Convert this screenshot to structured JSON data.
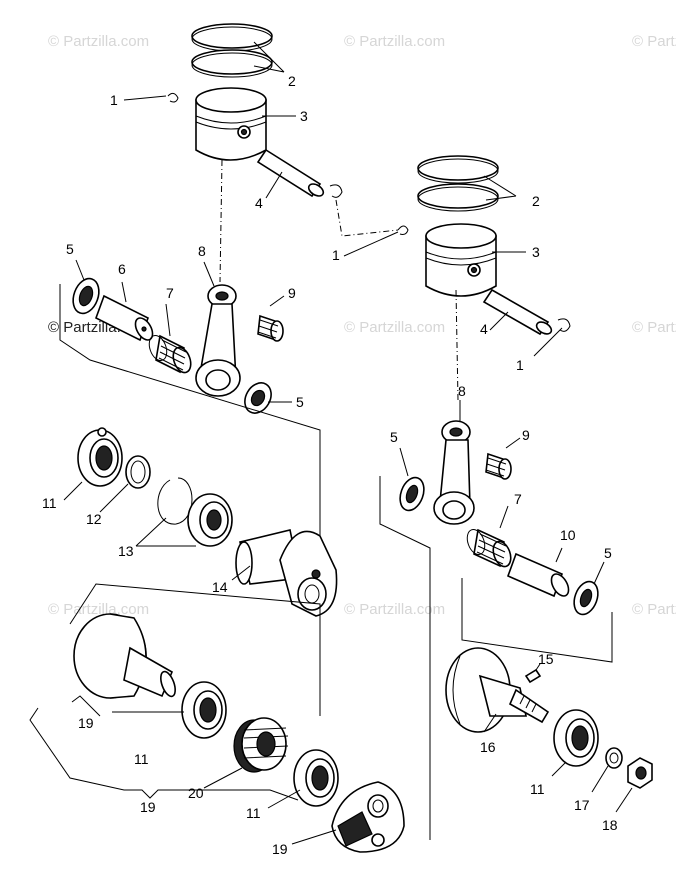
{
  "watermark": "© Partzilla.com",
  "callouts": {
    "c1a": "1",
    "c2a": "2",
    "c3a": "3",
    "c4a": "4",
    "c1b": "1",
    "c2b": "2",
    "c3b": "3",
    "c4b": "4",
    "c1c": "1",
    "c5a": "5",
    "c6": "6",
    "c7a": "7",
    "c8a": "8",
    "c9a": "9",
    "c5b": "5",
    "c8b": "8",
    "c9b": "9",
    "c5c": "5",
    "c7b": "7",
    "c10": "10",
    "c5d": "5",
    "c11a": "11",
    "c12": "12",
    "c13": "13",
    "c14": "14",
    "c15": "15",
    "c16": "16",
    "c11d": "11",
    "c17": "17",
    "c18": "18",
    "c19a": "19",
    "c11b": "11",
    "c20": "20",
    "c11c": "11",
    "c19b": "19",
    "c19c": "19"
  }
}
